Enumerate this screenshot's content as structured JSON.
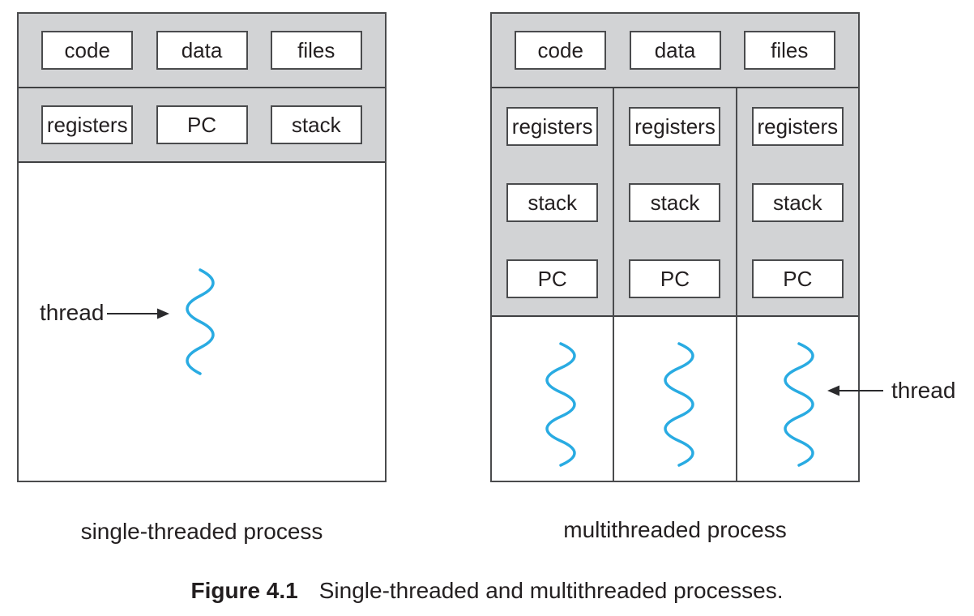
{
  "figure": {
    "caption_label": "Figure 4.1",
    "caption_text": "Single-threaded and multithreaded processes."
  },
  "single": {
    "title": "single-threaded process",
    "thread_label": "thread",
    "top_boxes": [
      "code",
      "data",
      "files"
    ],
    "mid_boxes": [
      "registers",
      "PC",
      "stack"
    ]
  },
  "multi": {
    "title": "multithreaded process",
    "thread_label": "thread",
    "top_boxes": [
      "code",
      "data",
      "files"
    ],
    "columns": [
      {
        "boxes": [
          "registers",
          "stack",
          "PC"
        ]
      },
      {
        "boxes": [
          "registers",
          "stack",
          "PC"
        ]
      },
      {
        "boxes": [
          "registers",
          "stack",
          "PC"
        ]
      }
    ]
  },
  "colors": {
    "section_gray": "#d2d3d5",
    "border_dark": "#4a4b4d",
    "thread_blue": "#29abe2",
    "text": "#231f20"
  }
}
